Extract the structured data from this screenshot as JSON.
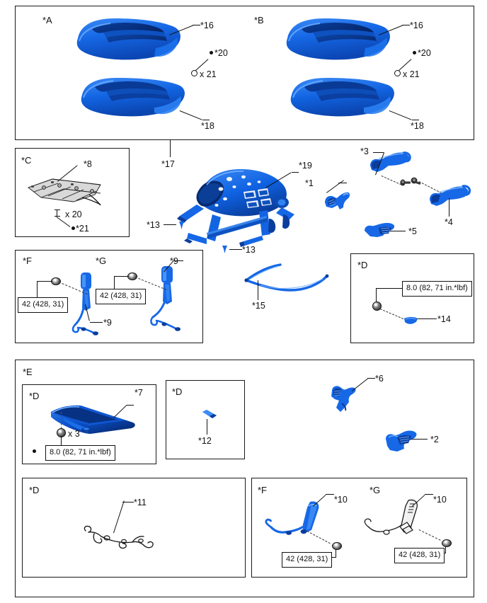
{
  "document": {
    "type": "parts-exploded-diagram",
    "title": "Front Seat Assembly Component Diagram"
  },
  "colors": {
    "part_blue_light": "#2e7df0",
    "part_blue_mid": "#0a58d6",
    "part_blue_dark": "#07327d",
    "outline": "#1a1a1a",
    "background": "#ffffff"
  },
  "panels": {
    "top": {
      "tag_a": "*A",
      "tag_b": "*B"
    },
    "c": {
      "tag": "*C"
    },
    "f_upper": {
      "tag": "*F"
    },
    "g_upper": {
      "tag": "*G"
    },
    "d_right": {
      "tag": "*D"
    },
    "e": {
      "tag": "*E"
    },
    "e_d1": {
      "tag": "*D"
    },
    "e_d2": {
      "tag": "*D"
    },
    "e_d3": {
      "tag": "*D"
    },
    "e_f": {
      "tag": "*F"
    },
    "e_g": {
      "tag": "*G"
    }
  },
  "torque_specs": {
    "bolt_42": "42 (428, 31)",
    "bolt_8": "8.0 (82, 71 in.*lbf)"
  },
  "quantities": {
    "x21": "x 21",
    "x20": "x 20",
    "x3": "x 3"
  },
  "callouts": {
    "a_16": "*16",
    "a_20": "*20",
    "a_18": "*18",
    "b_16": "*16",
    "b_20": "*20",
    "b_18": "*18",
    "c_8": "*8",
    "c_21": "*21",
    "n17": "*17",
    "n19": "*19",
    "n13_left": "*13",
    "n13_bottom": "*13",
    "n1": "*1",
    "n3": "*3",
    "n4": "*4",
    "n5": "*5",
    "n15": "*15",
    "n14": "*14",
    "f_9": "*9",
    "g_9": "*9",
    "e_7": "*7",
    "e_12": "*12",
    "e_6": "*6",
    "e_2": "*2",
    "e_11": "*11",
    "e_f10": "*10",
    "e_g10": "*10"
  }
}
